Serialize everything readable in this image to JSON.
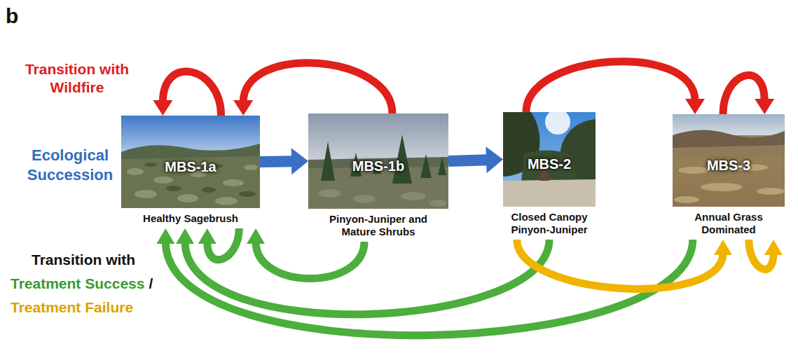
{
  "diagram": {
    "nodes": [
      {
        "text": [
          "MBS-1a",
          "Healthy Sagebrush"
        ]
      },
      {
        "text": [
          "MBS-1b",
          "Pinyon-Juniper and Mature Shrubs"
        ]
      },
      {
        "text": [
          "MBS-2",
          "Closed Canopy Pinyon-Juniper"
        ]
      },
      {
        "text": [
          "MBS-3",
          "Annual Grass Dominated"
        ]
      }
    ],
    "edges": [
      {
        "from": 0,
        "to": 0,
        "arrow": "to"
      },
      {
        "from": 1,
        "to": 0,
        "arrow": "to"
      },
      {
        "from": 2,
        "to": 3,
        "arrow": "to"
      },
      {
        "from": 3,
        "to": 3,
        "arrow": "to"
      },
      {
        "from": 0,
        "to": 1,
        "arrow": "to"
      },
      {
        "from": 1,
        "to": 2,
        "arrow": "to"
      },
      {
        "from": 0,
        "to": 0,
        "arrow": "to"
      },
      {
        "from": 1,
        "to": 0,
        "arrow": "to"
      },
      {
        "from": 2,
        "to": 0,
        "arrow": "to"
      },
      {
        "from": 3,
        "to": 0,
        "arrow": "to"
      },
      {
        "from": 2,
        "to": 3,
        "arrow": "to"
      },
      {
        "from": 3,
        "to": 3,
        "arrow": "to"
      }
    ],
    "labels": [
      "b",
      "Transition with Wildfire",
      "Ecological Succession",
      "Transition with",
      "Treatment Success",
      "/",
      "Treatment Failure"
    ]
  }
}
